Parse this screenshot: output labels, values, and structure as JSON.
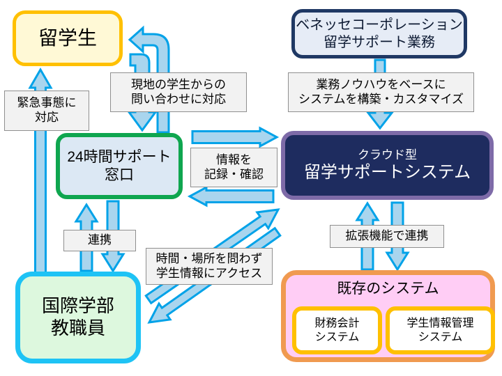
{
  "nodes": {
    "students": {
      "label": "留学生"
    },
    "benesse": {
      "line1": "ベネッセコーポレーション",
      "line2": "留学サポート業務"
    },
    "support_desk": {
      "line1": "24時間サポート",
      "line2": "窓口"
    },
    "cloud_system": {
      "line1": "クラウド型",
      "line2": "留学サポートシステム"
    },
    "faculty": {
      "line1": "国際学部",
      "line2": "教職員"
    },
    "existing": {
      "title": "既存のシステム",
      "systems": [
        {
          "line1": "財務会計",
          "line2": "システム"
        },
        {
          "line1": "学生情報管理",
          "line2": "システム"
        }
      ]
    }
  },
  "labels": {
    "emergency": {
      "line1": "緊急事態に",
      "line2": "対応"
    },
    "inquiries": {
      "line1": "現地の学生からの",
      "line2": "問い合わせに対応"
    },
    "knowhow": {
      "line1": "業務ノウハウをベースに",
      "line2": "システムを構築・カスタマイズ"
    },
    "record": {
      "line1": "情報を",
      "line2": "記録・確認"
    },
    "link": {
      "text": "連携"
    },
    "access": {
      "line1": "時間・場所を問わず",
      "line2": "学生情報にアクセス"
    },
    "extension": {
      "text": "拡張機能で連携"
    }
  },
  "colors": {
    "arrow_fill": "#A9D5EE",
    "arrow_stroke": "#00A2E8",
    "gold_border": "#FFC000",
    "navy_border": "#1F3864",
    "green_border": "#0FA64F",
    "purple_border": "#7E6BA8",
    "cyan_border": "#1EC3F5",
    "orange_border": "#F09A50",
    "label_bg": "#F2F2F2",
    "cloud_fill": "#1E2C5F",
    "pink_fill": "#FFCDF5",
    "yellow_fill": "#FFF9D6",
    "green_fill": "#DDF8DE"
  }
}
